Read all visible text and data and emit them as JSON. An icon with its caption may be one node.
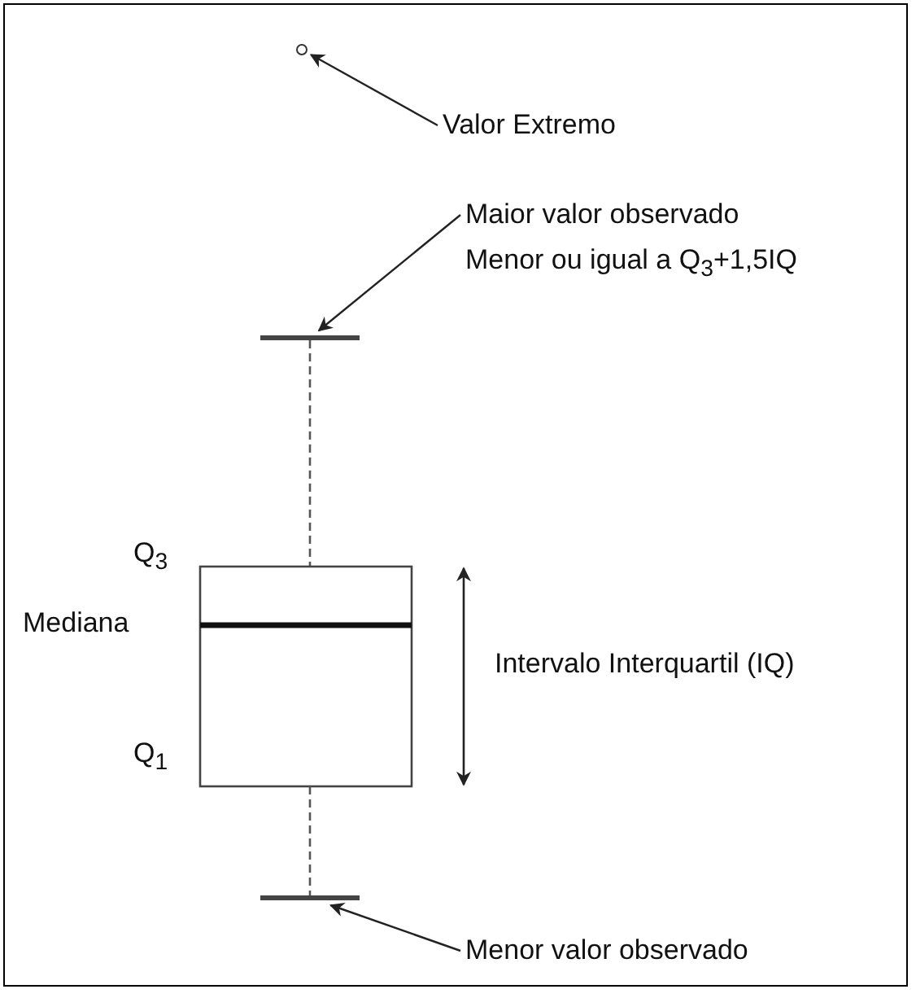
{
  "diagram": {
    "nodes": [
      {
        "text": [
          "Valor Extremo"
        ]
      },
      {
        "text": [],
        "shape": "circle"
      },
      {
        "text": [
          "Maior valor observado",
          "Menor ou igual a Q$_{3}$+1,5IQ"
        ]
      },
      {
        "text": [],
        "shape": "bar"
      },
      {
        "text": [
          "Menor valor observado"
        ]
      },
      {
        "text": [],
        "shape": "bar"
      }
    ],
    "edges": [
      {
        "from": 0,
        "to": 1,
        "arrow": "to"
      },
      {
        "from": 2,
        "to": 3,
        "arrow": "to"
      },
      {
        "from": 4,
        "to": 5,
        "arrow": "to"
      }
    ],
    "labels": [
      "Q$_{3}$",
      "Mediana",
      "Q$_{1}$",
      "Intervalo Interquartil (IQ)"
    ]
  }
}
